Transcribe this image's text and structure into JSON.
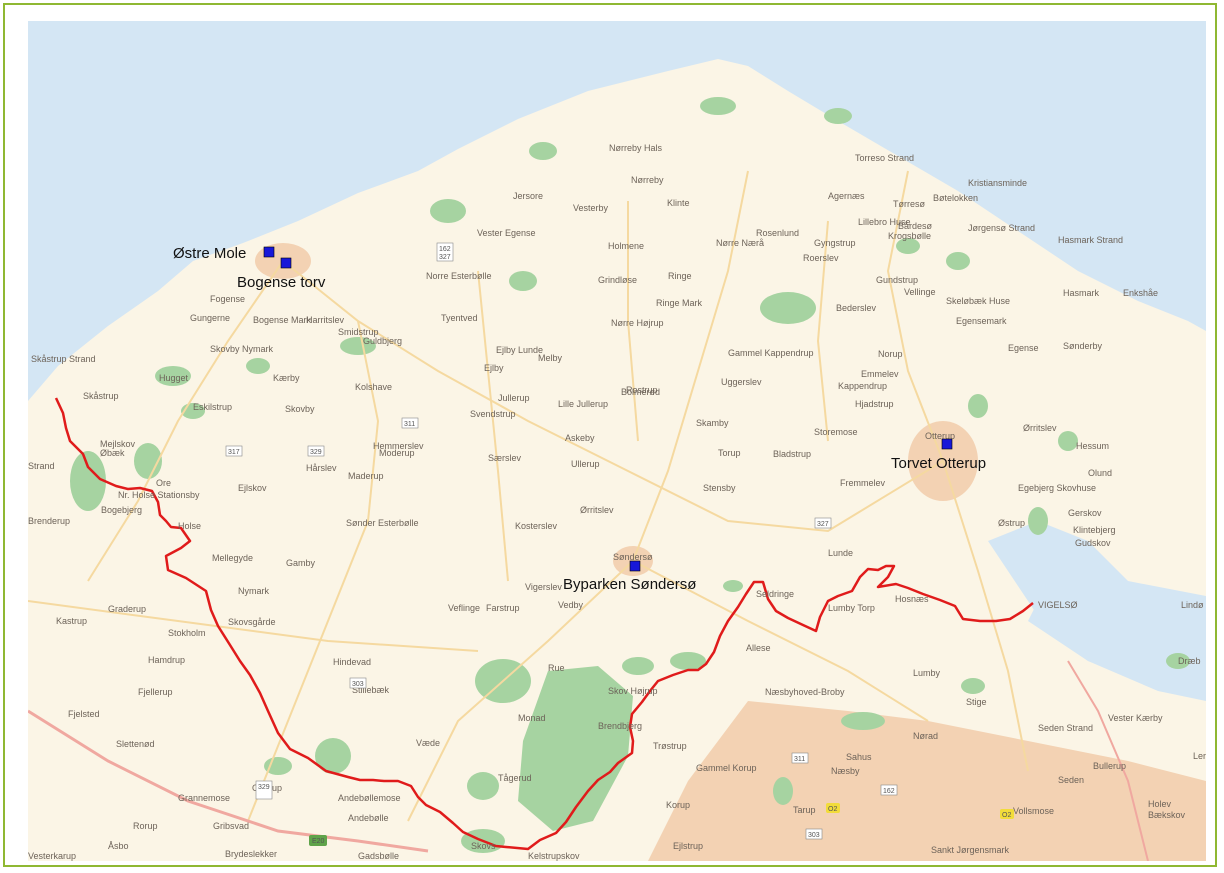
{
  "colors": {
    "frame": "#8fb832",
    "sea": "#d4e6f4",
    "land": "#fbf5e6",
    "forest": "#a6d3a1",
    "urban": "#f3d2b3",
    "route": "#e01b1b",
    "marker": "#1717d9"
  },
  "markers": [
    {
      "label": "Østre Mole"
    },
    {
      "label": "Bogense torv"
    },
    {
      "label": "Torvet Otterup"
    },
    {
      "label": "Byparken Søndersø"
    }
  ],
  "places": [
    "Nørreby Hals",
    "Nørreby",
    "Klinte",
    "Jersore",
    "Vesterby",
    "Torreso Strand",
    "Kristiansminde",
    "Agernæs",
    "Tørresø",
    "Bøtelokken",
    "Lillebro Huse",
    "Rosenlund",
    "Gyngstrup",
    "Bårdesø",
    "Krogsbølle",
    "Jørgensø Strand",
    "Hasmark Strand",
    "Vester Egense",
    "Holmene",
    "Nørre Nærå",
    "Roerslev",
    "Grindløse",
    "Ringe",
    "Ringe Mark",
    "Norre Esterbølle",
    "Fogense",
    "Gungerne",
    "Bogense Mark",
    "Harritslev",
    "Smidstrup",
    "Tyentved",
    "Gundstrup",
    "Vellinge",
    "Skeløbæk Huse",
    "Egensemark",
    "Bederslev",
    "Nørre Højrup",
    "Hasmark",
    "Enkshåe",
    "Egense",
    "Sønderby",
    "Skåstrup Strand",
    "Skovby Nymark",
    "Guldbjerg",
    "Ejlby Lunde",
    "Melby",
    "Ejlby",
    "Gammel Kappendrup",
    "Norup",
    "Emmelev",
    "Kappendrup",
    "Hjadstrup",
    "Hugget",
    "Kærby",
    "Kolshave",
    "Jullerup",
    "Bolmerød",
    "Uggerslev",
    "Skåstrup",
    "Eskilstrup",
    "Skovby",
    "Svendstrup",
    "Lille Jullerup",
    "Rostrup",
    "Skamby",
    "Storemose",
    "Otterup",
    "Ørritslev",
    "Hessum",
    "Mejlskov",
    "Askeby",
    "Torup",
    "Bladstrup",
    "Olund",
    "Øbæk",
    "Moderup",
    "Hemmerslev",
    "Særslev",
    "Ullerup",
    "Fremmelev",
    "Strand",
    "Ore",
    "Hårslev",
    "Maderup",
    "Ejlskov",
    "Stensby",
    "Egebjerg Skovhuse",
    "Gerskov",
    "Nr. Holse Stationsby",
    "Holse",
    "Bogebjerg",
    "Brenderup",
    "Sønder Esterbølle",
    "Kosterslev",
    "Ørritslev",
    "Østrup",
    "Klintebjerg",
    "Søndersø",
    "Lunde",
    "Gudskov",
    "Mellegyde",
    "Gamby",
    "Nymark",
    "Vigerslev",
    "Veflinge",
    "Farstrup",
    "Vedby",
    "Seldringe",
    "Lumby Torp",
    "Hosnæs",
    "VIGELSØ",
    "Lindø",
    "Kastrup",
    "Graderup",
    "Skovsgårde",
    "Stokholm",
    "Hamdrup",
    "Hindevad",
    "Rue",
    "Allese",
    "Lumby",
    "Dræb",
    "Fjellerup",
    "Stillebæk",
    "Skov Højrup",
    "Næsbyhoved-Broby",
    "Stige",
    "Fjelsted",
    "Monad",
    "Brendbjerg",
    "Trøstrup",
    "Vester Kærby",
    "Slettenød",
    "Væde",
    "Tågerud",
    "Gammel Korup",
    "Sahus",
    "Næsby",
    "Nørad",
    "Seden Strand",
    "Lerh",
    "Grannemose",
    "Otterup",
    "Seden",
    "Bullerup",
    "Andebøllemose",
    "Korup",
    "Tarup",
    "Vollsmose",
    "Holev",
    "Bækskov",
    "Rorup",
    "Gribsvad",
    "Andebølle",
    "Ejlstrup",
    "Skovs",
    "Kelstrupskov",
    "Sankt Jørgensmark",
    "Åsbo",
    "Brydeslekker",
    "Gadsbølle",
    "Vesterkarup"
  ],
  "road_numbers": [
    "162",
    "327",
    "311",
    "317",
    "329",
    "303",
    "311",
    "162",
    "327",
    "329",
    "303",
    "E20",
    "O2",
    "O2"
  ]
}
